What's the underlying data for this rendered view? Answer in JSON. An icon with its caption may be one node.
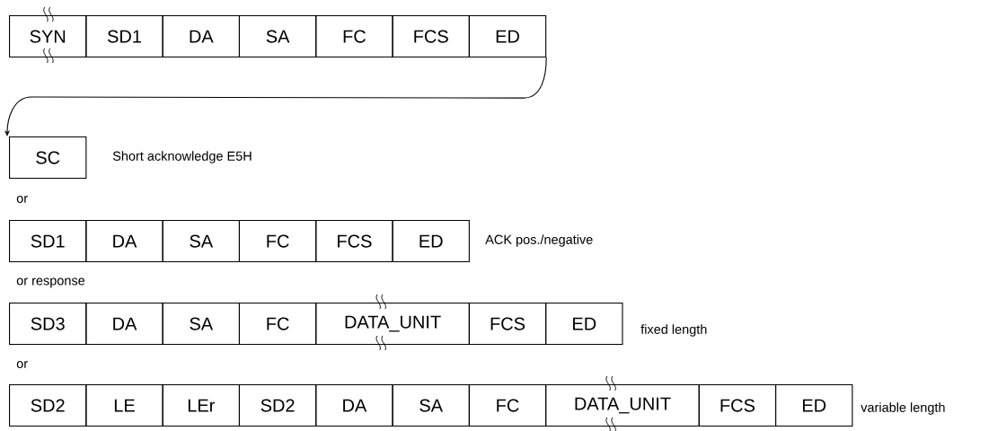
{
  "diagram": {
    "nodes": [
      {
        "text": [
          "SYN"
        ]
      },
      {
        "text": [
          "SD1"
        ]
      },
      {
        "text": [
          "DA"
        ]
      },
      {
        "text": [
          "SA"
        ]
      },
      {
        "text": [
          "FC"
        ]
      },
      {
        "text": [
          "FCS"
        ]
      },
      {
        "text": [
          "ED"
        ]
      },
      {
        "text": [
          "SC"
        ]
      },
      {
        "text": [
          "SD1"
        ]
      },
      {
        "text": [
          "DA"
        ]
      },
      {
        "text": [
          "SA"
        ]
      },
      {
        "text": [
          "FC"
        ]
      },
      {
        "text": [
          "FCS"
        ]
      },
      {
        "text": [
          "ED"
        ]
      },
      {
        "text": [
          "SD3"
        ]
      },
      {
        "text": [
          "DA"
        ]
      },
      {
        "text": [
          "SA"
        ]
      },
      {
        "text": [
          "FC"
        ]
      },
      {
        "text": [
          "DATA_UNIT"
        ]
      },
      {
        "text": [
          "FCS"
        ]
      },
      {
        "text": [
          "ED"
        ]
      },
      {
        "text": [
          "SD2"
        ]
      },
      {
        "text": [
          "LE"
        ]
      },
      {
        "text": [
          "LEr"
        ]
      },
      {
        "text": [
          "SD2"
        ]
      },
      {
        "text": [
          "DA"
        ]
      },
      {
        "text": [
          "SA"
        ]
      },
      {
        "text": [
          "FC"
        ]
      },
      {
        "text": [
          "DATA_UNIT"
        ]
      },
      {
        "text": [
          "FCS"
        ]
      },
      {
        "text": [
          "ED"
        ]
      }
    ],
    "edges": [
      {
        "from": 6,
        "to": 7,
        "arrow": "to"
      }
    ],
    "labels": [
      "Short acknowledge E5H",
      "or",
      "ACK pos./negative",
      "or response",
      "fixed length",
      "or",
      "variable length"
    ]
  }
}
